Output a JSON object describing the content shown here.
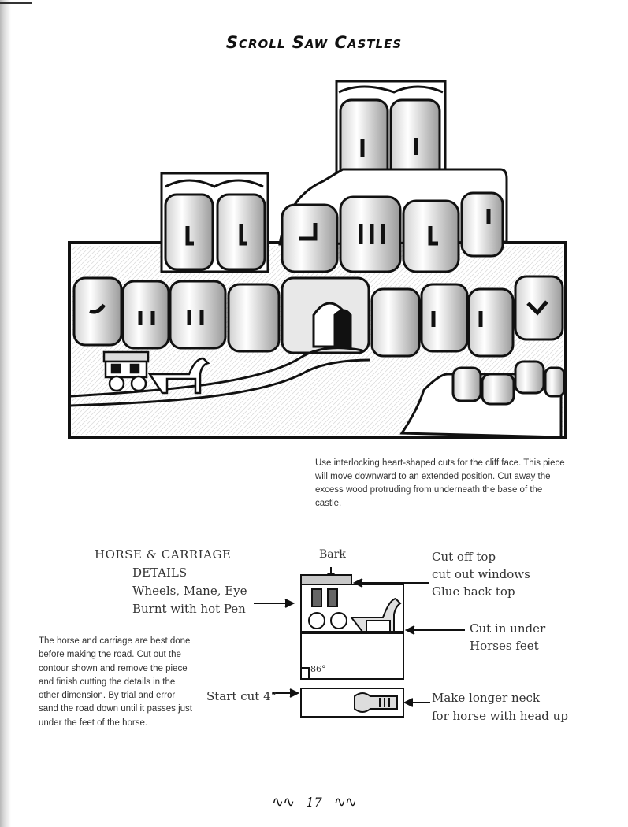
{
  "page": {
    "title": "Scroll Saw Castles",
    "caption": "Use interlocking heart-shaped cuts for the cliff face. This piece will move downward to an extended position. Cut away the excess wood protruding from underneath the base of the castle.",
    "details": {
      "heading": "HORSE & CARRIAGE",
      "sub": "DETAILS",
      "line1": "Wheels, Mane, Eye",
      "line2": "Burnt with hot Pen"
    },
    "annotations": {
      "bark": "Bark",
      "cut_off_top": "Cut off top",
      "cut_out_windows": "cut out windows",
      "glue_back_top": "Glue back top",
      "cut_in_under": "Cut in under",
      "horses_feet": "Horses feet",
      "angle": "86°",
      "start_cut": "Start cut 4°",
      "make_longer_neck": "Make longer neck",
      "for_horse": "for horse with head up"
    },
    "body_note": "The horse and carriage are best done before making the road. Cut out the contour shown and remove the piece and finish cutting the details in the other dimension. By trial and error sand the road down until it passes just under the feet of the horse.",
    "page_number": "17",
    "ornament_left": "∿∿",
    "ornament_right": "∿∿"
  }
}
